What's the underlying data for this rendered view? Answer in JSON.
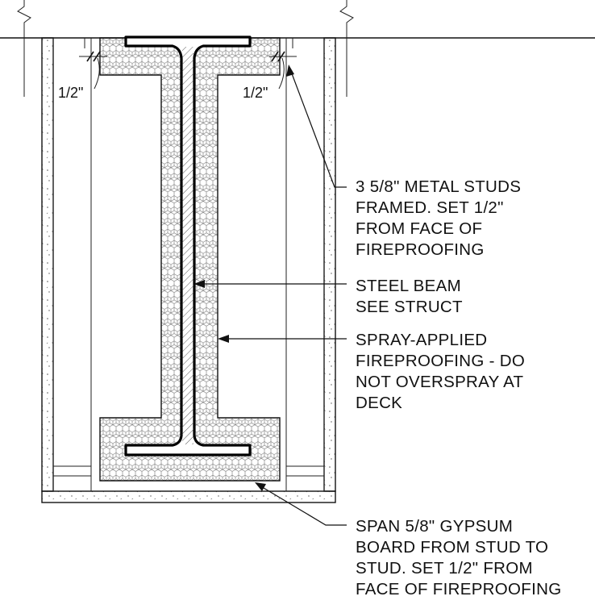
{
  "title": "",
  "notes": {
    "metal_studs": [
      "3 5/8\" METAL STUDS",
      "FRAMED. SET 1/2\"",
      "FROM FACE OF",
      "FIREPROOFING"
    ],
    "steel_beam": [
      "STEEL BEAM",
      "SEE STRUCT"
    ],
    "fireproofing": [
      "SPRAY-APPLIED",
      "FIREPROOFING - DO",
      "NOT OVERSPRAY AT",
      "DECK"
    ],
    "gypsum_board": [
      "SPAN 5/8\" GYPSUM",
      "BOARD FROM STUD TO",
      "STUD. SET 1/2\" FROM",
      "FACE OF FIREPROOFING"
    ]
  },
  "dimensions": {
    "left": "1/2\"",
    "right": "1/2\""
  },
  "colors": {
    "line": "#111111",
    "background": "#ffffff"
  }
}
